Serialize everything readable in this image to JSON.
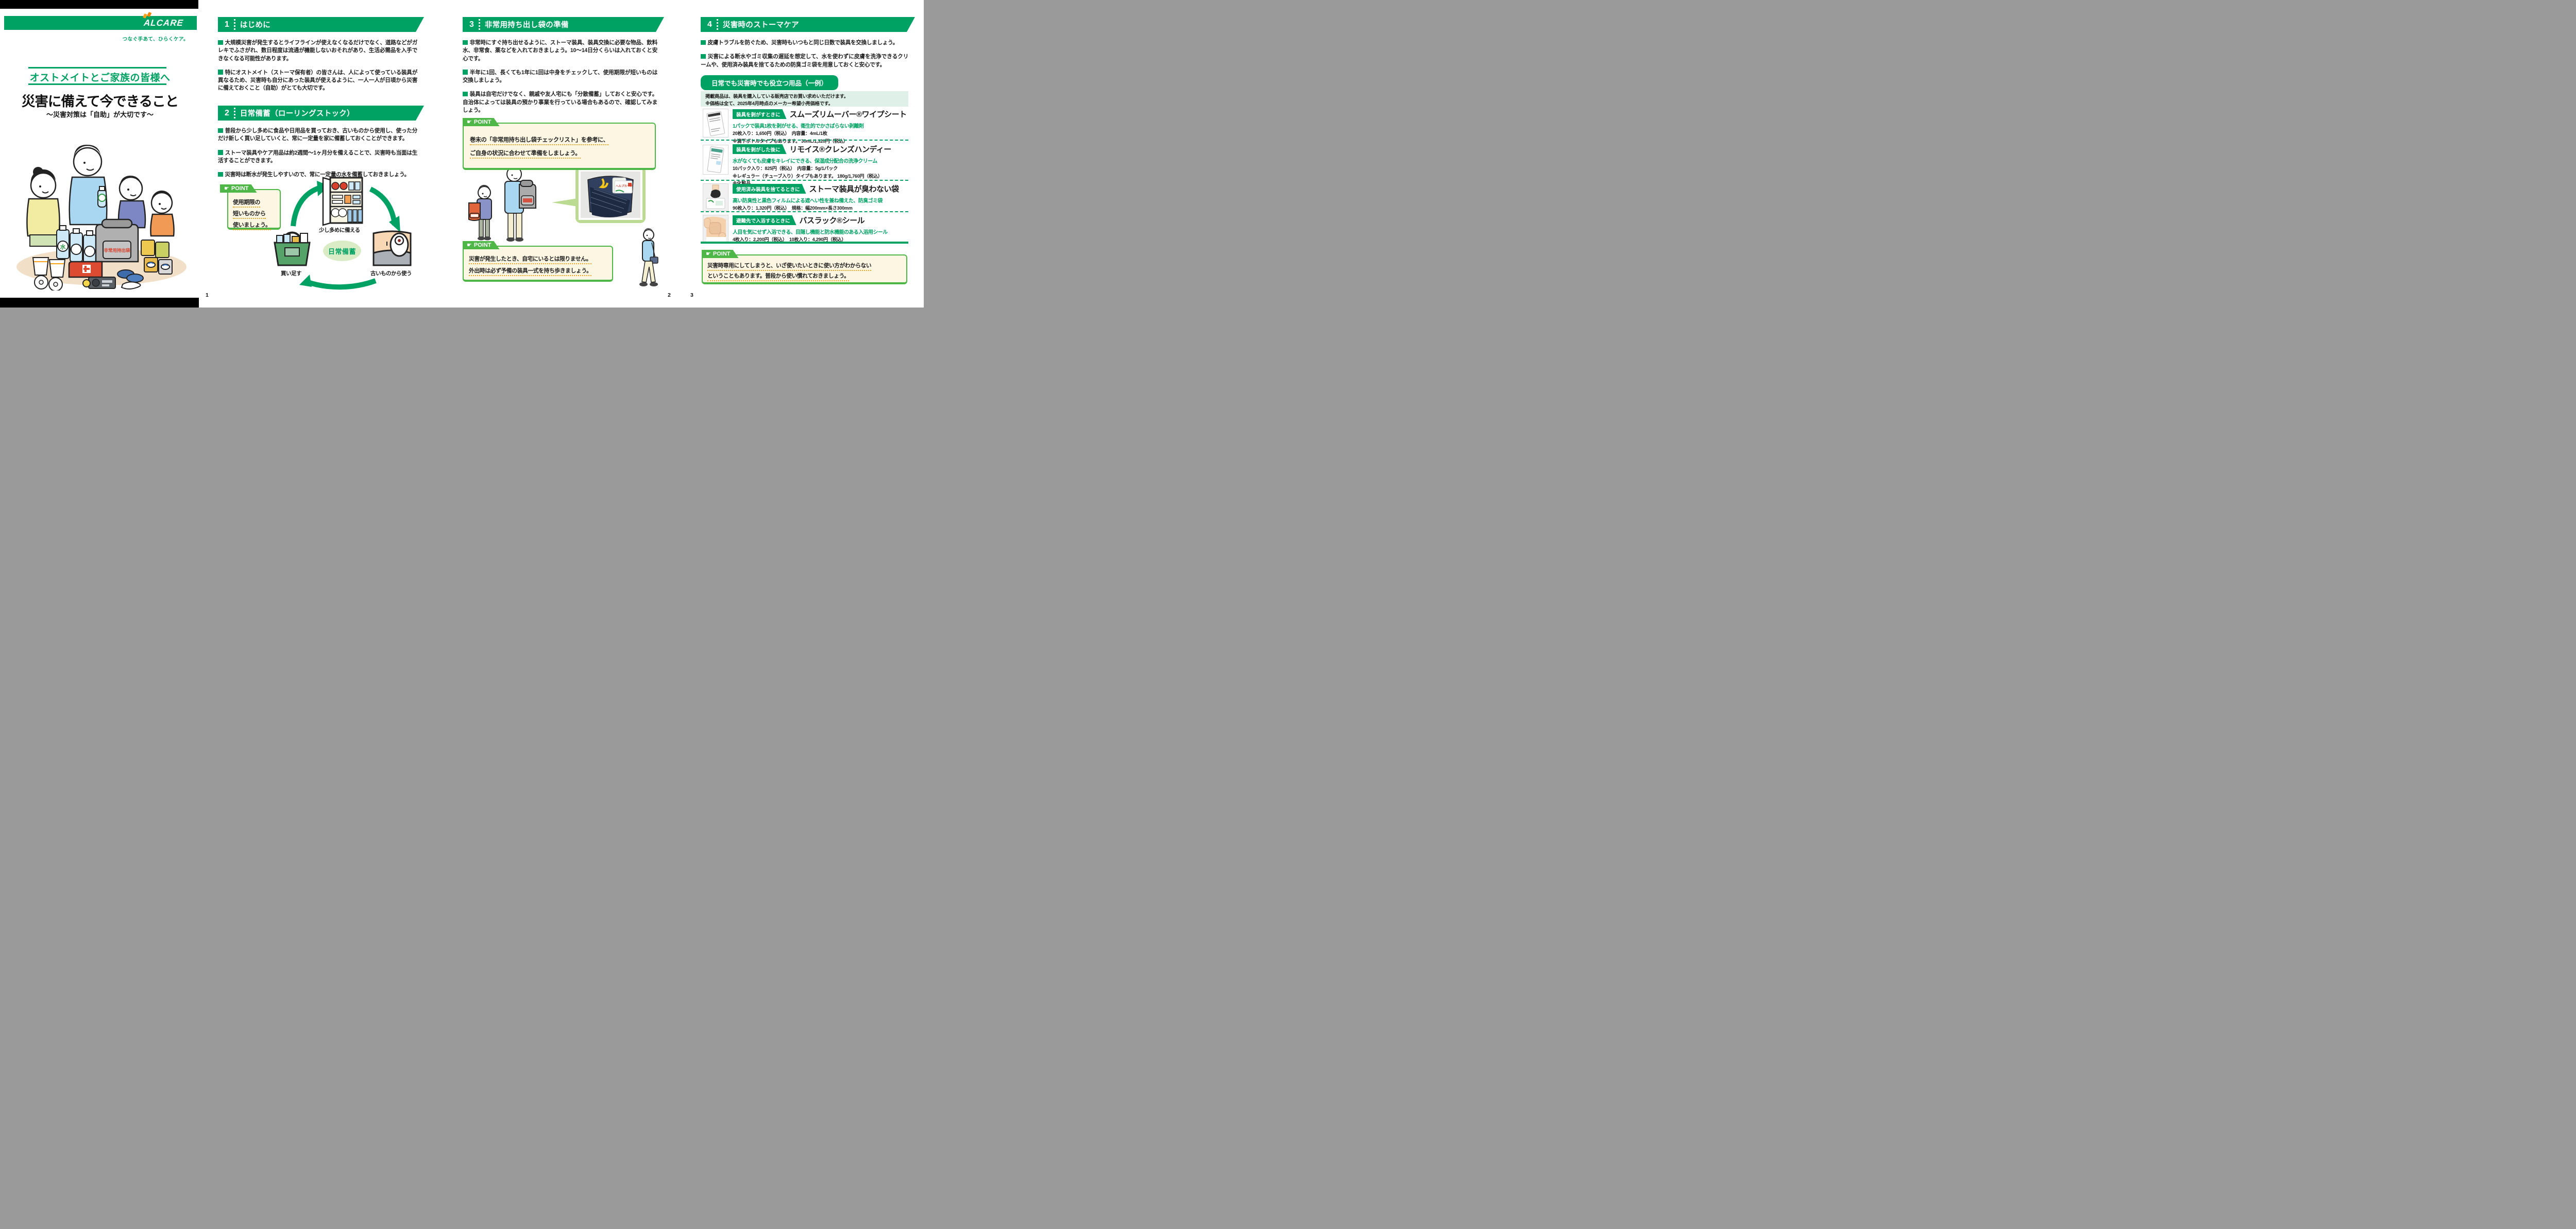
{
  "brand": {
    "logo": "ALCARE",
    "tagline": "つなぐ手あて、ひらくケア。",
    "green": "#00A263",
    "point_green": "#4FB747",
    "orange": "#F6A21D"
  },
  "point_label": "POINT",
  "cover": {
    "audience": "オストメイトとご家族の皆様へ",
    "title": "災害に備えて今できること",
    "subtitle": "〜災害対策は「自助」が大切です〜",
    "illustration": {
      "backpack_label": "非常用持出袋",
      "water_label": "水"
    }
  },
  "page1": {
    "number": "1",
    "section1": {
      "num": "1",
      "title": "はじめに",
      "paragraphs": [
        "大規模災害が発生するとライフラインが使えなくなるだけでなく、道路などがガレキでふさがれ、数日程度は流通が機能しないおそれがあり、生活必需品を入手できなくなる可能性があります。",
        "特にオストメイト（ストーマ保有者）の皆さんは、人によって使っている装具が異なるため、災害時も自分にあった装具が使えるように、一人一人が日頃から災害に備えておくこと（自助）がとても大切です。"
      ]
    },
    "section2": {
      "num": "2",
      "title": "日常備蓄（ローリングストック）",
      "paragraphs": [
        "普段から少し多めに食品や日用品を買っておき、古いものから使用し、使った分だけ新しく買い足していくと、常に一定量を家に備蓄しておくことができます。",
        "ストーマ装具やケア用品は約2週間〜1ヶ月分を備えることで、災害時も当面は生活することができます。",
        "災害時は断水が発生しやすいので、常に一定量の水を備蓄しておきましょう。"
      ]
    },
    "point_lines": [
      "使用期限の",
      "短いものから",
      "使いましょう。"
    ],
    "cycle": {
      "center": "日常備蓄",
      "stock_label": "少し多めに備える",
      "use_label": "古いものから使う",
      "buy_label": "買い足す"
    }
  },
  "page2": {
    "number": "2",
    "section": {
      "num": "3",
      "title": "非常用持ち出し袋の準備",
      "paragraphs": [
        "非常時にすぐ持ち出せるように、ストーマ装具、装具交換に必要な物品、飲料水、非常食、薬などを入れておきましょう。10〜14日分くらいは入れておくと安心です。",
        "半年に1回、長くても1年に1回は中身をチェックして、使用期限が短いものは交換しましょう。",
        "装具は自宅だけでなく、親戚や友人宅にも「分散備蓄」しておくと安心です。自治体によっては装具の預かり事業を行っている場合もあるので、確認してみましょう。"
      ]
    },
    "point1_lines": [
      "巻末の「非常用持ち出し袋チェックリスト」を参考に、",
      "ご自身の状況に合わせて準備をしましょう。"
    ],
    "point2_lines": [
      "災害が発生したとき、自宅にいるとは限りません。",
      "外出時は必ず予備の装具一式を持ち歩きましょう。"
    ],
    "photo": {
      "help_card": "ヘルプカード"
    }
  },
  "page3": {
    "number": "3",
    "section": {
      "num": "4",
      "title": "災害時のストーマケア",
      "paragraphs": [
        "皮膚トラブルを防ぐため、災害時もいつもと同じ日数で装具を交換しましょう。",
        "災害による断水やゴミ収集の遅延を想定して、水を使わずに皮膚を洗浄できるクリームや、使用済み装具を捨てるための防臭ゴミ袋を用意しておくと安心です。"
      ]
    },
    "products_header": "日常でも災害時でも役立つ用品（一例）",
    "products_intro": [
      "掲載商品は、装具を購入している販売店でお買い求めいただけます。",
      "※価格は全て、2025年4月時点のメーカー希望小売価格です。"
    ],
    "products": [
      {
        "tag": "装具を剥がすときに",
        "name": "スムーズリムーバー®ワイプシート",
        "desc": "1パックで装具1枚を剥がせる、衛生的でかさばらない剥離剤",
        "details": [
          "20枚入り：1,650円（税込）　内容量：4mL/1枚",
          "※滴下ボトルタイプもあります。 30mL/1,320円（税込）"
        ]
      },
      {
        "tag": "装具を剥がした後に",
        "name": "リモイス®クレンズハンディー",
        "desc": "水がなくても皮膚をキレイにできる、保湿成分配合の洗浄クリーム",
        "details": [
          "10パック入り：825円（税込）　内容量：5g/1パック",
          "※レギュラー（チューブ入り）タイプもあります。 180g/1,760円（税込）",
          "※化粧品"
        ]
      },
      {
        "tag": "使用済み装具を捨てるときに",
        "name": "ストーマ装具が臭わない袋",
        "desc": "高い防臭性と黒色フィルムによる遮へい性を兼ね備えた、防臭ゴミ袋",
        "details": [
          "90枚入り：1,320円（税込）　規格：幅200mm×長さ300mm"
        ]
      },
      {
        "tag": "避難先で入浴するときに",
        "name": "バスラック®シール",
        "desc": "人目を気にせず入浴できる、目隠し機能と防水機能のある入浴用シール",
        "details": [
          "4枚入り：2,200円（税込）　10枚入り：4,290円（税込）"
        ]
      }
    ],
    "point_lines": [
      "災害時専用にしてしまうと、いざ使いたいときに使い方がわからない",
      "ということもあります。普段から使い慣れておきましょう。"
    ]
  }
}
